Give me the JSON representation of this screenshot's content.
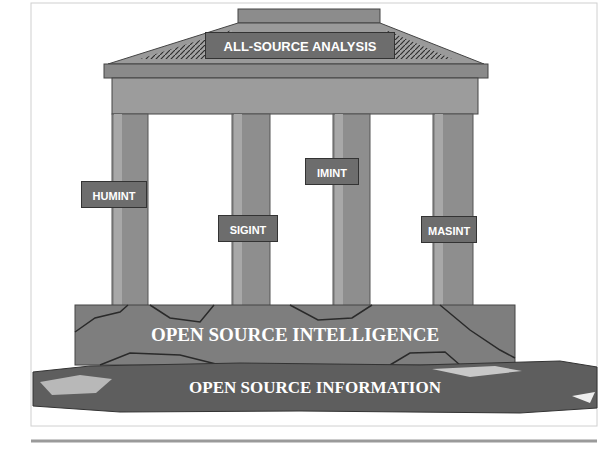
{
  "diagram": {
    "nodes": [
      {
        "text": [
          "ALL-SOURCE ANALYSIS"
        ]
      },
      {
        "text": [
          "HUMINT"
        ]
      },
      {
        "text": [
          "SIGINT"
        ]
      },
      {
        "text": [
          "IMINT"
        ]
      },
      {
        "text": [
          "MASINT"
        ]
      },
      {
        "text": [
          "OPEN SOURCE INTELLIGENCE"
        ]
      },
      {
        "text": [
          "OPEN SOURCE INFORMATION"
        ]
      }
    ]
  }
}
